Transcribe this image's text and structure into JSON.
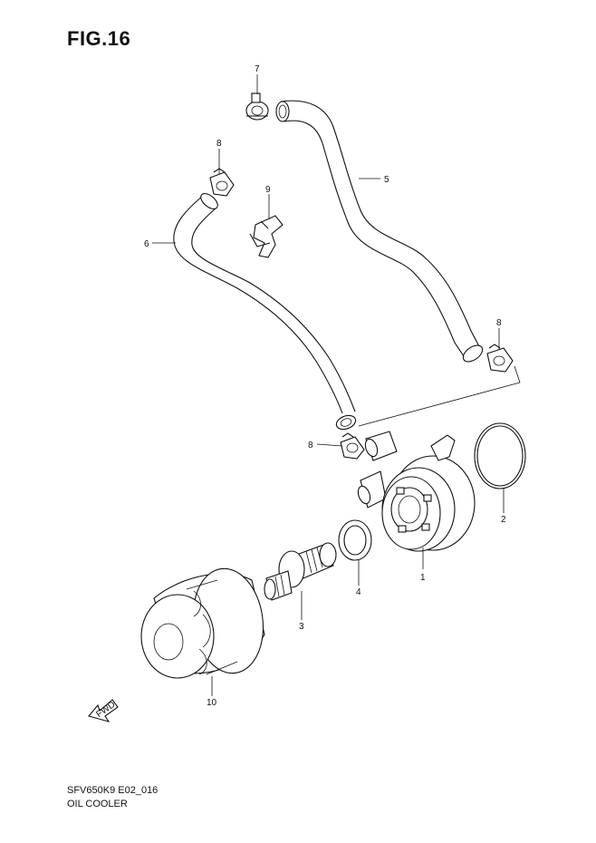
{
  "figure": {
    "title": "FIG.16"
  },
  "footer": {
    "model_code": "SFV650K9 E02_016",
    "section_name": "OIL COOLER"
  },
  "callouts": {
    "c1": "1",
    "c2": "2",
    "c3": "3",
    "c4": "4",
    "c5": "5",
    "c6": "6",
    "c7": "7",
    "c8a": "8",
    "c8b": "8",
    "c8c": "8",
    "c9": "9",
    "c10": "10"
  },
  "fwd_label": "FWD"
}
